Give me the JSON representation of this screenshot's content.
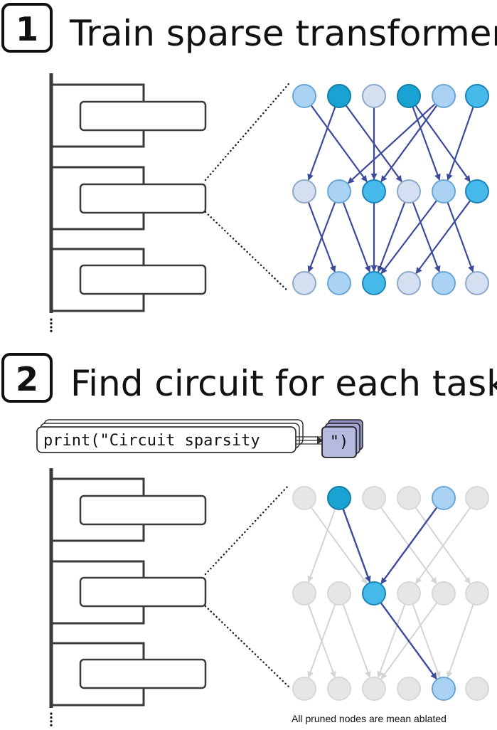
{
  "steps": [
    {
      "number": "1",
      "title": "Train sparse transformer"
    },
    {
      "number": "2",
      "title": "Find circuit for each task"
    }
  ],
  "prompt": {
    "text": "print(\"Circuit sparsity",
    "output_token": "\")"
  },
  "note": "All pruned nodes are mean ablated",
  "colors": {
    "edge": "#3d4a9c",
    "pale": "#d4e0f2",
    "light": "#a9d2f3",
    "medium": "#45b9ea",
    "dark": "#1aa3d2",
    "gray_node": "#e6e6e6",
    "gray_edge": "#d4d4d4",
    "token_fill": "#b6badf"
  },
  "network1": {
    "rows": [
      [
        "light",
        "dark",
        "pale",
        "dark",
        "light",
        "medium"
      ],
      [
        "pale",
        "light",
        "medium",
        "pale",
        "light",
        "medium"
      ],
      [
        "pale",
        "light",
        "medium",
        "pale",
        "light",
        "pale"
      ]
    ],
    "edges": [
      [
        0,
        0,
        2
      ],
      [
        0,
        1,
        0
      ],
      [
        0,
        1,
        3
      ],
      [
        0,
        2,
        2
      ],
      [
        0,
        3,
        4
      ],
      [
        0,
        3,
        5
      ],
      [
        0,
        4,
        2
      ],
      [
        0,
        4,
        1
      ],
      [
        0,
        5,
        4
      ],
      [
        1,
        0,
        1
      ],
      [
        1,
        1,
        0
      ],
      [
        1,
        1,
        2
      ],
      [
        1,
        2,
        2
      ],
      [
        1,
        3,
        2
      ],
      [
        1,
        3,
        4
      ],
      [
        1,
        4,
        2
      ],
      [
        1,
        4,
        5
      ],
      [
        1,
        5,
        3
      ]
    ]
  },
  "network2": {
    "rows": [
      [
        "gray",
        "dark",
        "gray",
        "gray",
        "light",
        "gray"
      ],
      [
        "gray",
        "gray",
        "medium",
        "gray",
        "gray",
        "gray"
      ],
      [
        "gray",
        "gray",
        "gray",
        "gray",
        "light",
        "gray"
      ]
    ],
    "active_edges": [
      [
        0,
        1,
        2
      ],
      [
        0,
        4,
        2
      ],
      [
        1,
        2,
        4
      ]
    ],
    "inactive_edges": [
      [
        0,
        0,
        2
      ],
      [
        0,
        1,
        0
      ],
      [
        0,
        2,
        4
      ],
      [
        0,
        3,
        5
      ],
      [
        0,
        5,
        3
      ],
      [
        1,
        0,
        1
      ],
      [
        1,
        1,
        0
      ],
      [
        1,
        1,
        2
      ],
      [
        1,
        3,
        2
      ],
      [
        1,
        3,
        4
      ],
      [
        1,
        4,
        2
      ],
      [
        1,
        5,
        4
      ]
    ]
  }
}
